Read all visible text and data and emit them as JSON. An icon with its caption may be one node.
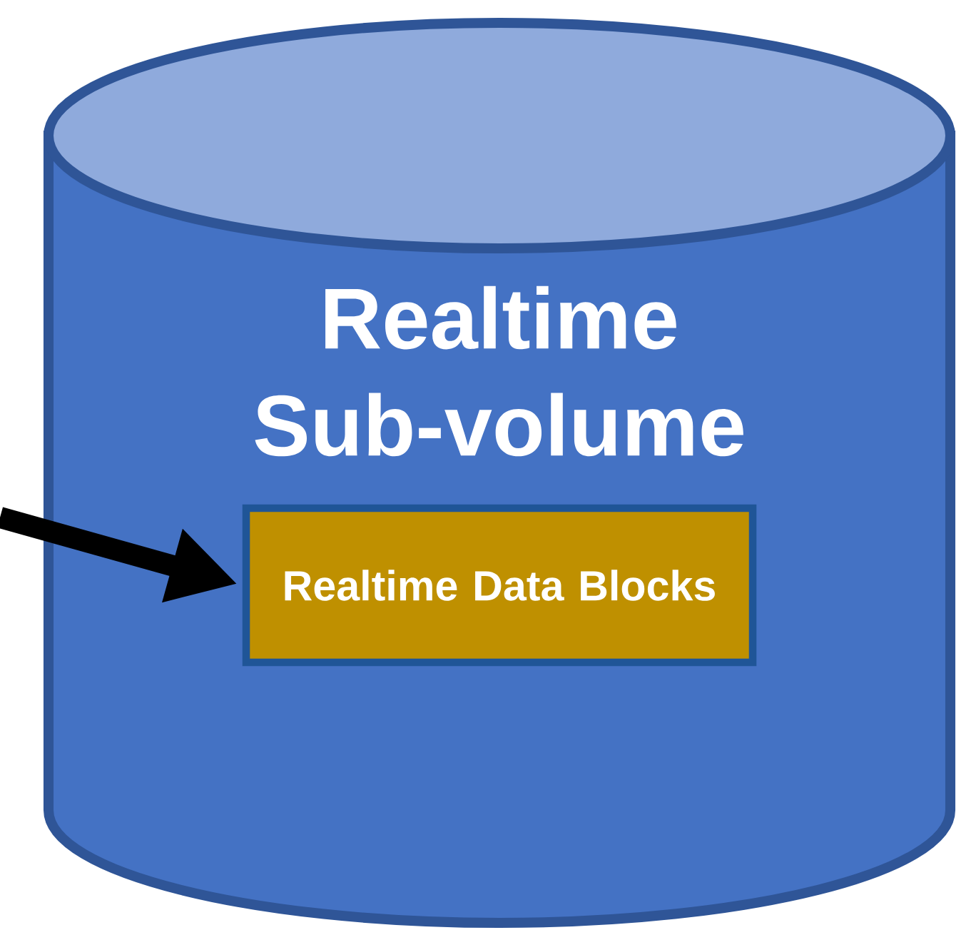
{
  "diagram": {
    "nodes": [
      {
        "text": [
          "Realtime Sub-volume"
        ]
      },
      {
        "text": [
          "Realtime Data Blocks"
        ],
        "in": 0
      }
    ],
    "edges": [
      {
        "from": null,
        "to": 1,
        "arrow": "to"
      }
    ]
  }
}
